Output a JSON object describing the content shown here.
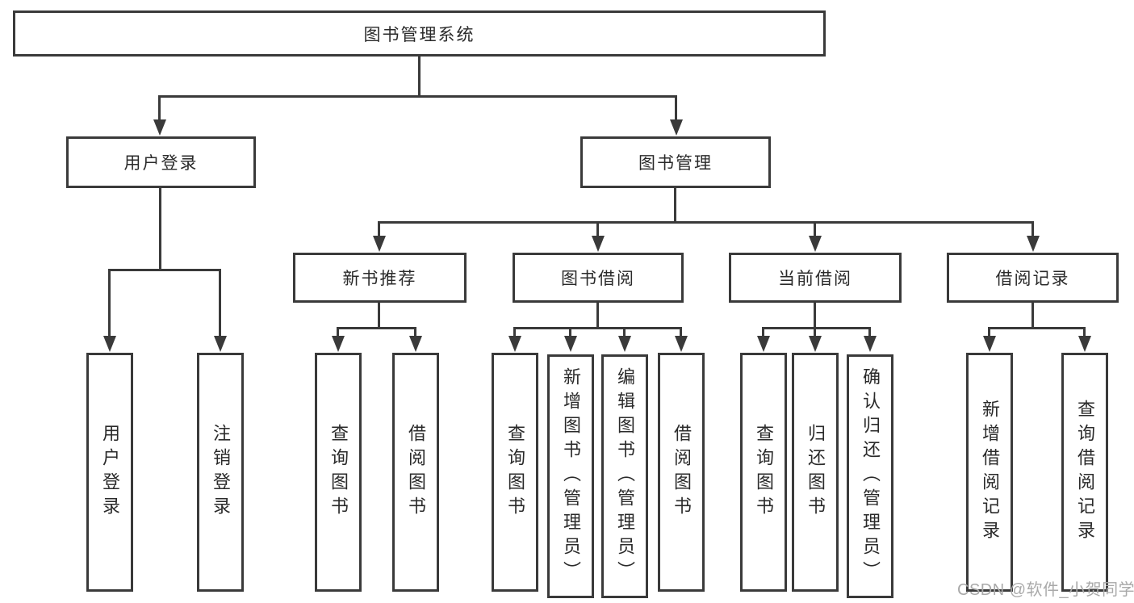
{
  "diagram": {
    "type": "functional-structure-tree",
    "root": {
      "label": "图书管理系统"
    },
    "branches": [
      {
        "label": "用户登录",
        "children": [
          {
            "label": "用户登录"
          },
          {
            "label": "注销登录"
          }
        ]
      },
      {
        "label": "图书管理",
        "children": [
          {
            "label": "新书推荐",
            "children": [
              {
                "label": "查询图书"
              },
              {
                "label": "借阅图书"
              }
            ]
          },
          {
            "label": "图书借阅",
            "children": [
              {
                "label": "查询图书"
              },
              {
                "label": "新增图书（管理员）"
              },
              {
                "label": "编辑图书（管理员）"
              },
              {
                "label": "借阅图书"
              }
            ]
          },
          {
            "label": "当前借阅",
            "children": [
              {
                "label": "查询图书"
              },
              {
                "label": "归还图书"
              },
              {
                "label": "确认归还（管理员）"
              }
            ]
          },
          {
            "label": "借阅记录",
            "children": [
              {
                "label": "新增借阅记录"
              },
              {
                "label": "查询借阅记录"
              }
            ]
          }
        ]
      }
    ]
  },
  "watermark": {
    "text": "CSDN @软件_小贺同学"
  },
  "colors": {
    "background": "#ffffff",
    "line": "#3a3a3a",
    "text": "#2a2a2a",
    "watermark": "#a9a9a9"
  }
}
